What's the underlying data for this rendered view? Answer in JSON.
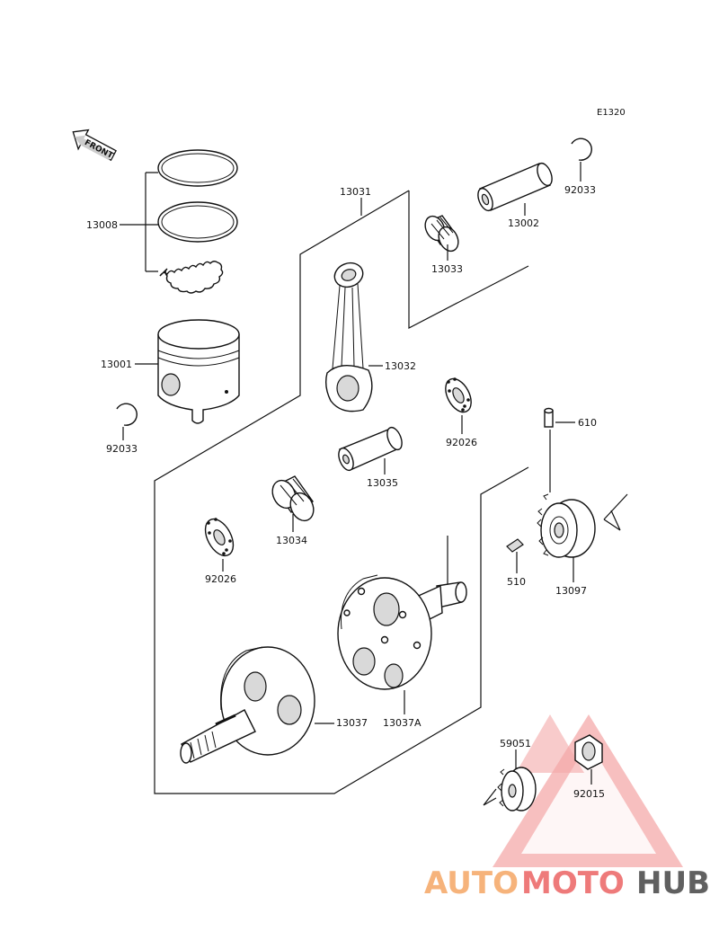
{
  "diagram_code": "E1320",
  "front_label": "FRONT",
  "parts": {
    "p13008": "13008",
    "p13001": "13001",
    "p92033_left": "92033",
    "p13031": "13031",
    "p13033": "13033",
    "p13002": "13002",
    "p92033_right": "92033",
    "p13032": "13032",
    "p92026_right": "92026",
    "p610": "610",
    "p13035": "13035",
    "p13034": "13034",
    "p92026_left": "92026",
    "p510": "510",
    "p13097": "13097",
    "p13037": "13037",
    "p13037A": "13037A",
    "p59051": "59051",
    "p92015": "92015"
  },
  "watermark": {
    "part1": "AUTO",
    "part2": "MOTO",
    "part3": "HUB",
    "color_auto": "#f6b37b",
    "color_moto": "#ee7a7a",
    "color_hub": "#606060"
  }
}
